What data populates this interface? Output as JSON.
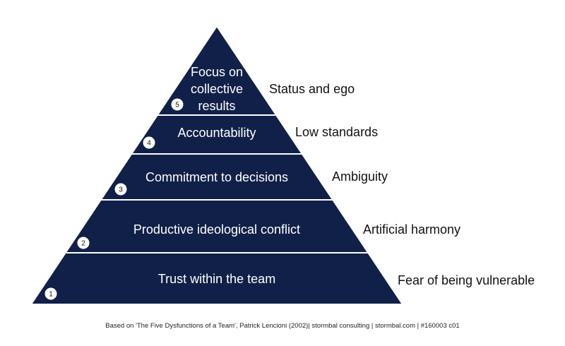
{
  "colors": {
    "tier_fill": "#112048",
    "separator": "#ffffff",
    "tier_text": "#ffffff",
    "side_text": "#111111",
    "badge_fill": "#ffffff",
    "badge_stroke": "#112048"
  },
  "tiers": [
    {
      "number": "5",
      "lines": [
        "Focus on",
        "collective",
        "results"
      ],
      "dysfunction": "Status and ego"
    },
    {
      "number": "4",
      "lines": [
        "Accountability"
      ],
      "dysfunction": "Low standards"
    },
    {
      "number": "3",
      "lines": [
        "Commitment to decisions"
      ],
      "dysfunction": "Ambiguity"
    },
    {
      "number": "2",
      "lines": [
        "Productive ideological conflict"
      ],
      "dysfunction": "Artificial harmony"
    },
    {
      "number": "1",
      "lines": [
        "Trust within the team"
      ],
      "dysfunction": "Fear of being vulnerable"
    }
  ],
  "footer": {
    "credit": "Based on 'The Five Dysfunctions of a Team', Patrick Lencioni (2002)| stormbal consulting | stormbal.com | #160003 c01"
  }
}
